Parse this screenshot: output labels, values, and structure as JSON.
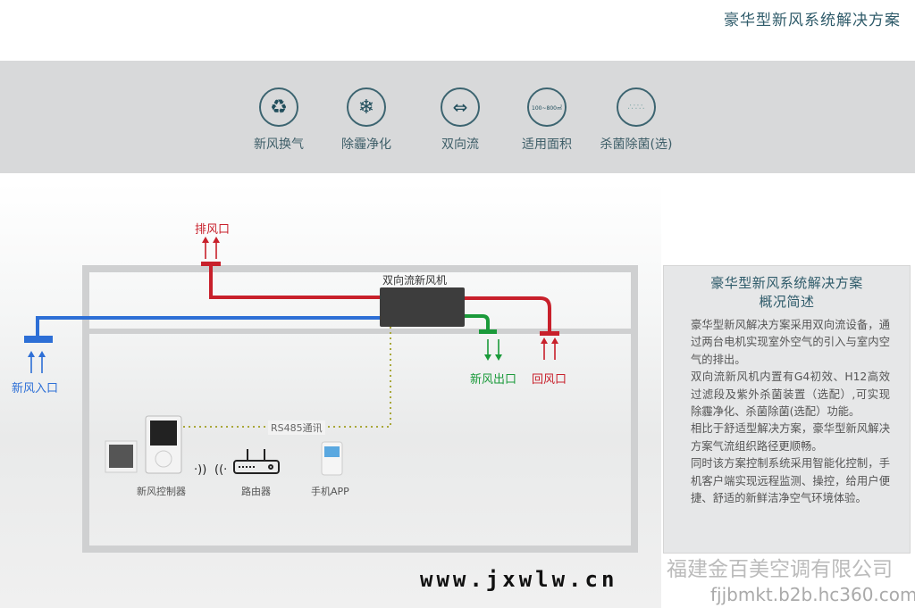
{
  "header": {
    "title": "豪华型新风系统解决方案"
  },
  "features": [
    {
      "icon": "recycle-icon",
      "label": "新风换气"
    },
    {
      "icon": "snowflake-icon",
      "label": "除霾净化"
    },
    {
      "icon": "double-arrow-icon",
      "label": "双向流"
    },
    {
      "icon": "area-icon",
      "label": "适用面积",
      "icon_text": "100~800㎡"
    },
    {
      "icon": "germ-icon",
      "label": "杀菌除菌(选)"
    }
  ],
  "diagram": {
    "exhaust": "排风口",
    "intake": "新风入口",
    "machine": "双向流新风机",
    "outlet": "新风出口",
    "return": "回风口",
    "bus": "RS485通讯",
    "devices": {
      "controller": "新风控制器",
      "router": "路由器",
      "app": "手机APP"
    },
    "colors": {
      "red": "#c8202b",
      "blue": "#2d6fd6",
      "green": "#1a9a3a"
    }
  },
  "panel": {
    "title1": "豪华型新风系统解决方案",
    "title2": "概况简述",
    "paragraphs": [
      "豪华型新风解决方案采用双向流设备，通过两台电机实现室外空气的引入与室内空气的排出。",
      "双向流新风机内置有G4初效、H12高效过滤段及紫外杀菌装置（选配）,可实现除霾净化、杀菌除菌(选配）功能。",
      "相比于舒适型解决方案，豪华型新风解决方案气流组织路径更顺畅。",
      "同时该方案控制系统采用智能化控制，手机客户端实现远程监测、操控，给用户便捷、舒适的新鲜洁净空气环境体验。"
    ]
  },
  "watermark": {
    "company": "福建金百美空调有限公司",
    "site": "www.jxwlw.cn",
    "url": "fjjbmkt.b2b.hc360.com"
  }
}
